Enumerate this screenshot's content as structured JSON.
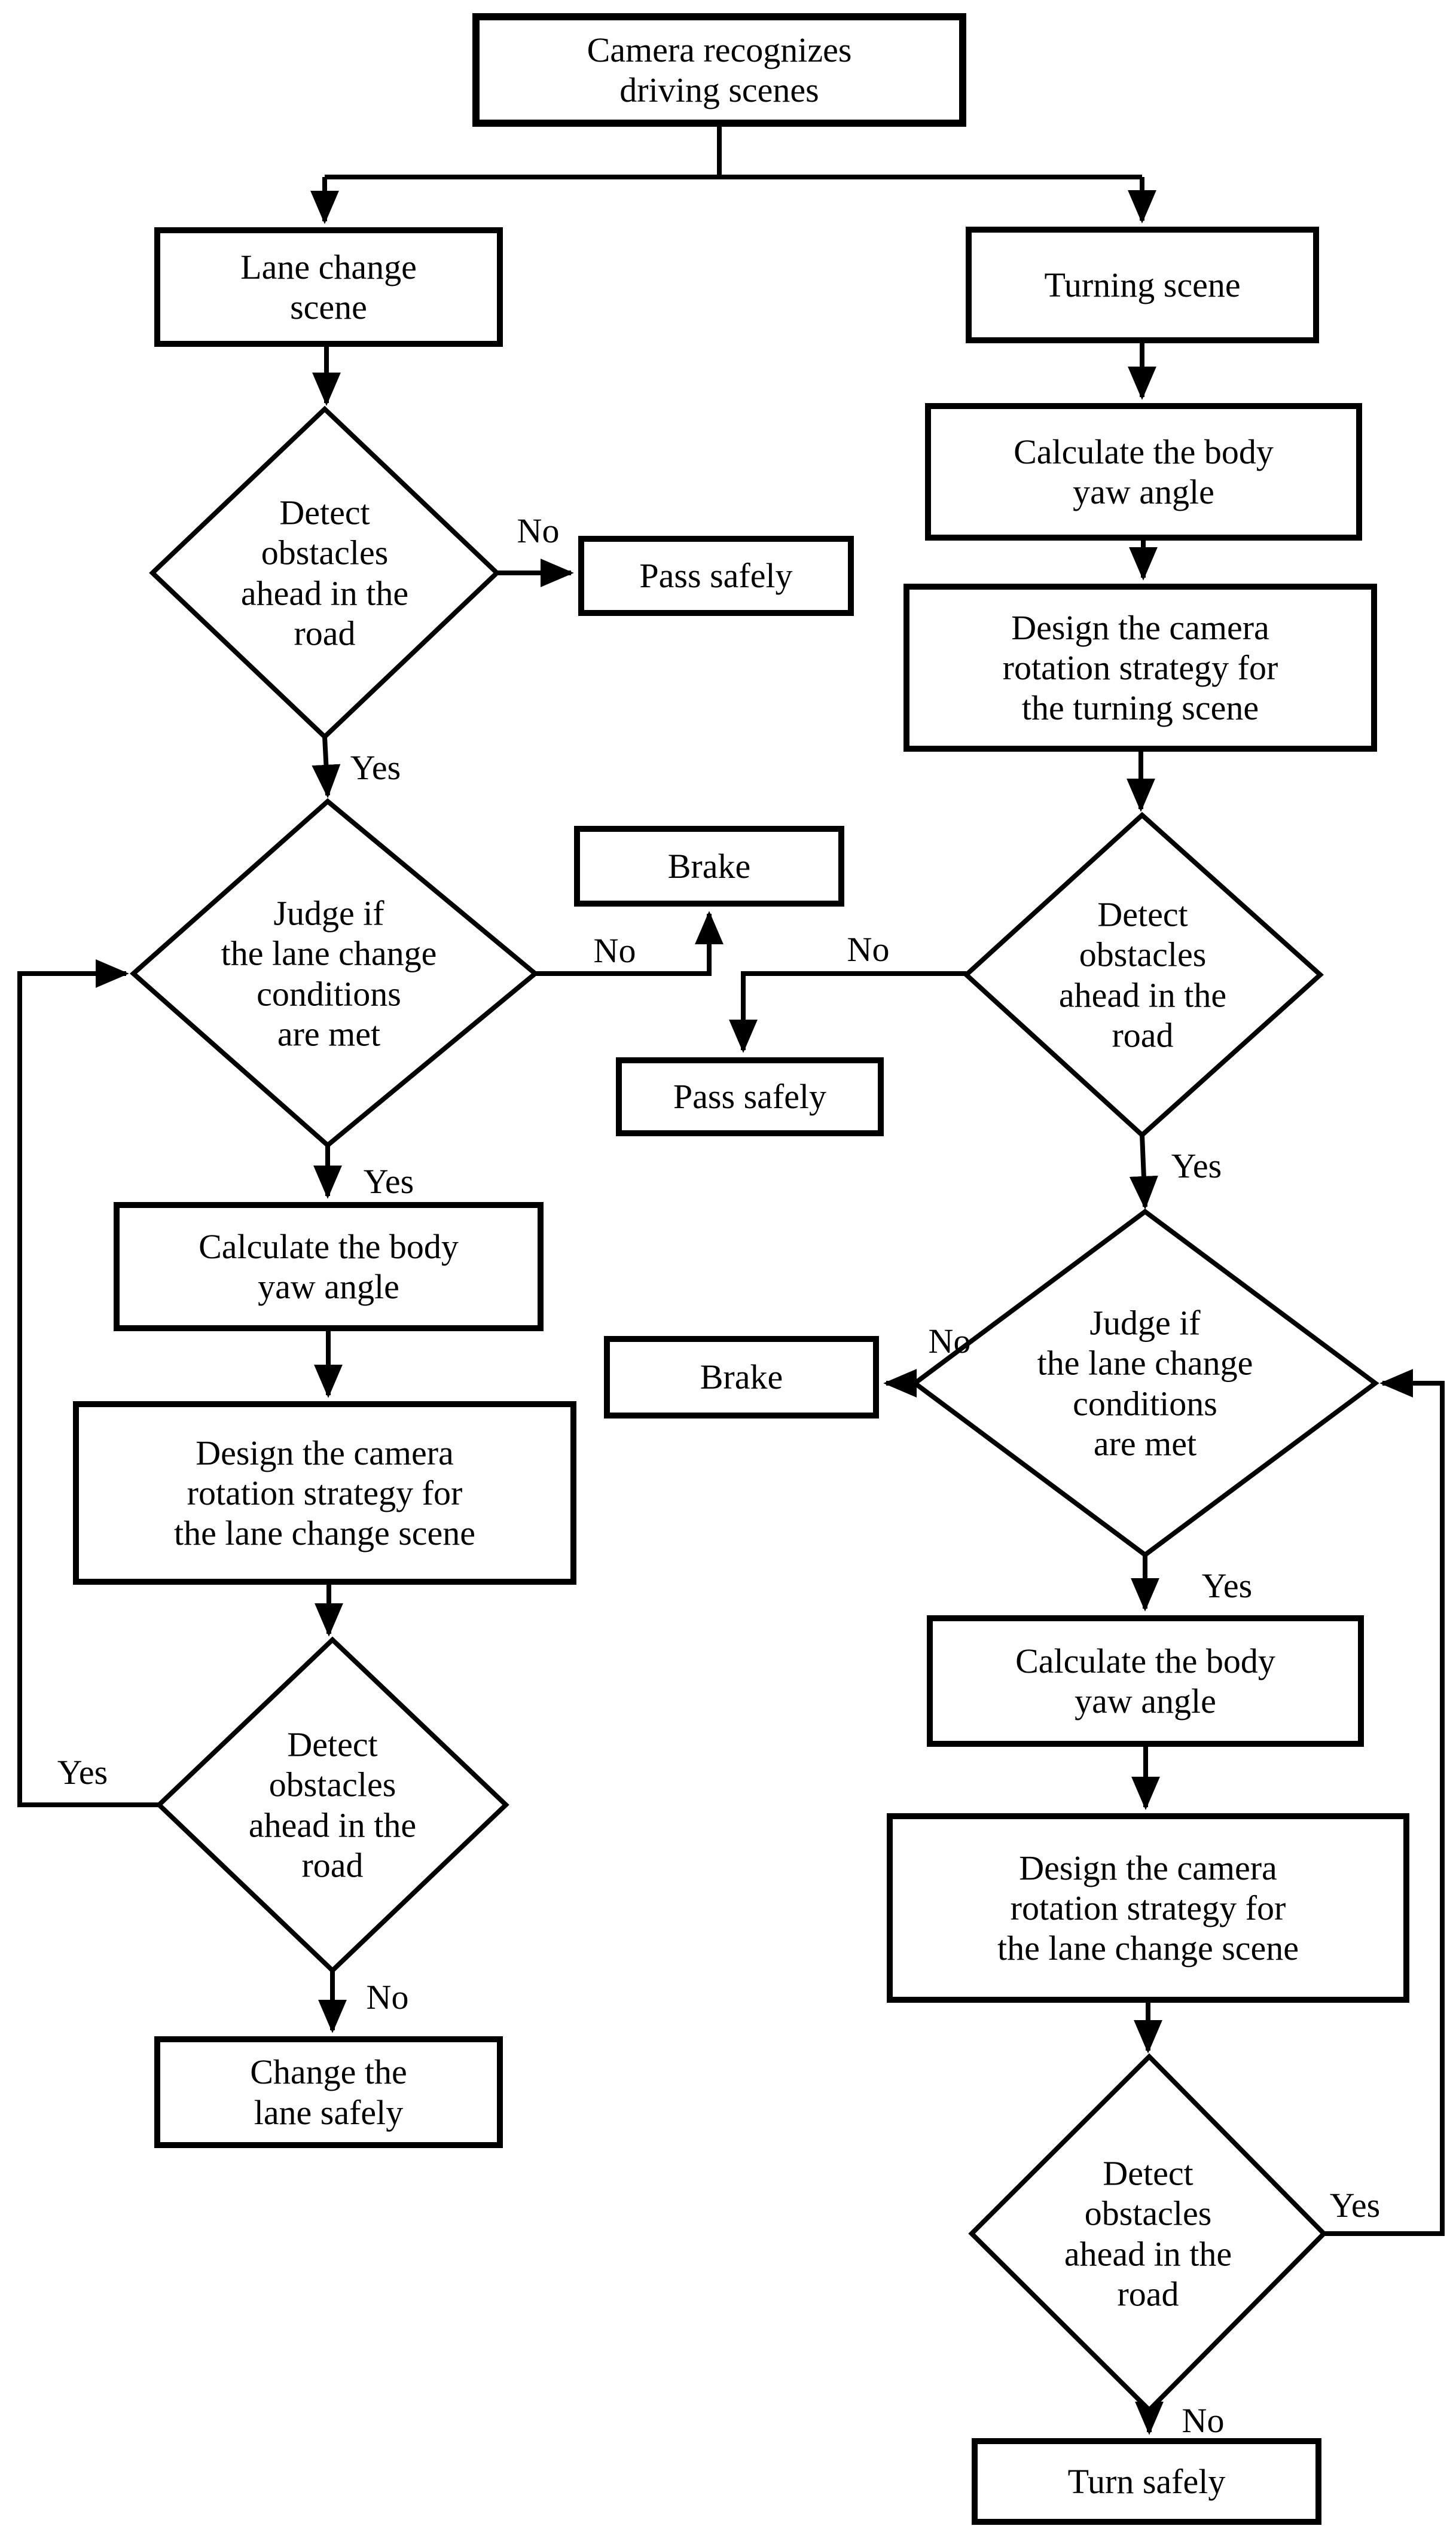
{
  "page": {
    "background_color": "#ffffff",
    "line_color": "#000000",
    "text_color": "#000000"
  },
  "nodes": {
    "camera": {
      "label": "Camera recognizes\ndriving scenes"
    },
    "lane_change_scene": {
      "label": "Lane change\nscene"
    },
    "turning_scene": {
      "label": "Turning scene"
    },
    "detect_left_1": {
      "label": "Detect\nobstacles\nahead in the\nroad"
    },
    "pass_safely_left": {
      "label": "Pass safely"
    },
    "judge_left": {
      "label": "Judge if\nthe lane change\nconditions\nare met"
    },
    "brake_middle": {
      "label": "Brake"
    },
    "pass_safely_middle": {
      "label": "Pass safely"
    },
    "calculate_left": {
      "label": "Calculate the body\nyaw angle"
    },
    "design_lane_left": {
      "label": "Design the camera\nrotation strategy for\nthe lane change scene"
    },
    "detect_left_2": {
      "label": "Detect\nobstacles\nahead in the\nroad"
    },
    "change_lane_safely": {
      "label": "Change the\nlane safely"
    },
    "calculate_right_1": {
      "label": "Calculate the body\nyaw angle"
    },
    "design_turning": {
      "label": "Design the camera\nrotation strategy for\nthe turning scene"
    },
    "detect_right_1": {
      "label": "Detect\nobstacles\nahead in the\nroad"
    },
    "judge_right": {
      "label": "Judge if\nthe lane change\nconditions\nare met"
    },
    "brake_right": {
      "label": "Brake"
    },
    "calculate_right_2": {
      "label": "Calculate the body\nyaw angle"
    },
    "design_lane_right": {
      "label": "Design the camera\nrotation strategy for\nthe lane change scene"
    },
    "detect_right_2": {
      "label": "Detect\nobstacles\nahead in the\nroad"
    },
    "turn_safely": {
      "label": "Turn safely"
    }
  },
  "edge_labels": {
    "no_detect_left_1": "No",
    "yes_detect_left_1": "Yes",
    "no_judge_left": "No",
    "yes_judge_left": "Yes",
    "yes_loop_left": "Yes",
    "no_detect_left_2": "No",
    "no_detect_right_1": "No",
    "yes_detect_right_1": "Yes",
    "no_judge_right": "No",
    "yes_judge_right": "Yes",
    "yes_loop_right": "Yes",
    "no_detect_right_2": "No"
  }
}
